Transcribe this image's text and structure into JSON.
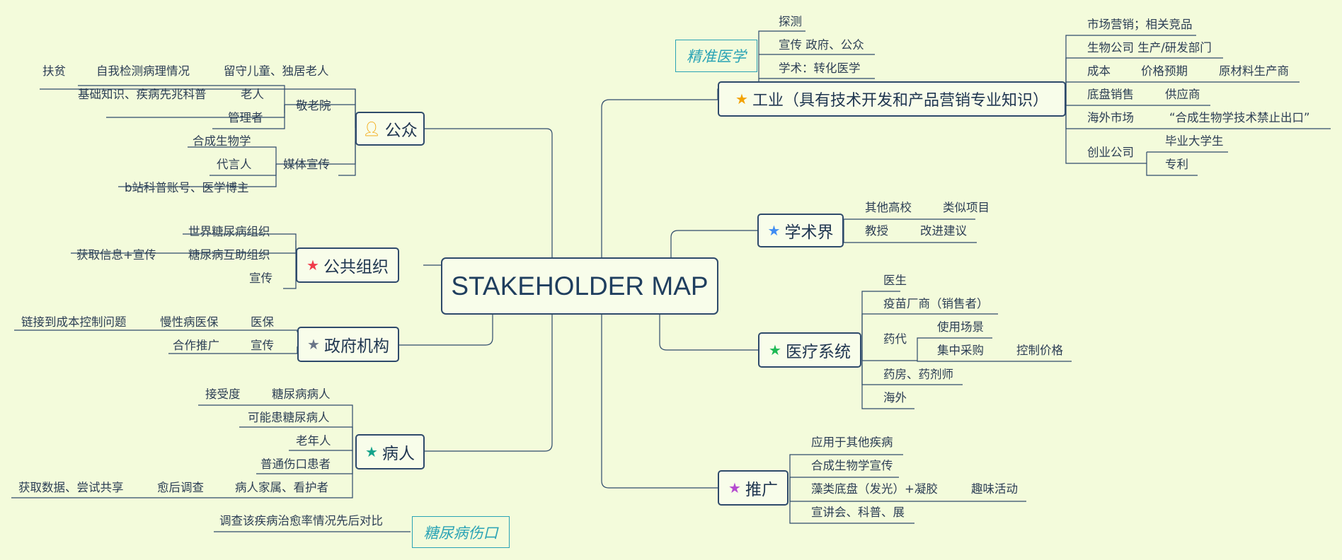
{
  "center": "STAKEHOLDER MAP",
  "colors": {
    "line": "#2e4a6b",
    "accent": "#2aa3b5",
    "orange": "#f2a200",
    "red": "#f03a4a",
    "gray": "#6b7688",
    "teal": "#14a38b",
    "blue": "#3f8cf2",
    "green": "#1db954",
    "purple": "#b44ad0"
  },
  "icons": {
    "public": "person-icon",
    "org": "star-icon",
    "gov": "star-icon",
    "patient": "star-icon",
    "industry": "star-icon",
    "academia": "star-icon",
    "medical": "star-icon",
    "promo": "star-icon"
  },
  "public": {
    "title": "公众",
    "items": [
      "扶贫",
      "自我检测病理情况",
      "留守儿童、独居老人",
      "基础知识、疾病先兆科普",
      "老人",
      "敬老院",
      "管理者",
      "合成生物学",
      "代言人",
      "媒体宣传",
      "b站科普账号、医学博主"
    ]
  },
  "org": {
    "title": "公共组织",
    "items": [
      "世界糖尿病组织",
      "获取信息+宣传",
      "糖尿病互助组织",
      "宣传"
    ]
  },
  "gov": {
    "title": "政府机构",
    "items": [
      "链接到成本控制问题",
      "慢性病医保",
      "医保",
      "合作推广",
      "宣传"
    ]
  },
  "patient": {
    "title": "病人",
    "items": [
      "接受度",
      "糖尿病病人",
      "可能患糖尿病人",
      "老年人",
      "普通伤口患者",
      "获取数据、尝试共享",
      "愈后调查",
      "病人家属、看护者",
      "调查该疾病治愈率情况先后对比"
    ]
  },
  "float": {
    "precision": "精准医学",
    "wound": "糖尿病伤口"
  },
  "industry": {
    "title": "工业（具有技术开发和产品营销专业知识）",
    "left": [
      "探测",
      "宣传 政府、公众",
      "学术：转化医学"
    ],
    "right": [
      "市场营销；相关竞品",
      "生物公司 生产/研发部门",
      "成本",
      "价格预期",
      "原材料生产商",
      "底盘销售",
      "供应商",
      "海外市场",
      "“合成生物学技术禁止出口”",
      "创业公司",
      "毕业大学生",
      "专利"
    ]
  },
  "academia": {
    "title": "学术界",
    "items": [
      "其他高校",
      "类似项目",
      "教授",
      "改进建议"
    ]
  },
  "medical": {
    "title": "医疗系统",
    "items": [
      "医生",
      "疫苗厂商（销售者）",
      "药代",
      "使用场景",
      "集中采购",
      "控制价格",
      "药房、药剂师",
      "海外"
    ]
  },
  "promo": {
    "title": "推广",
    "items": [
      "应用于其他疾病",
      "合成生物学宣传",
      "藻类底盘（发光）+凝胶",
      "趣味活动",
      "宣讲会、科普、展"
    ]
  }
}
